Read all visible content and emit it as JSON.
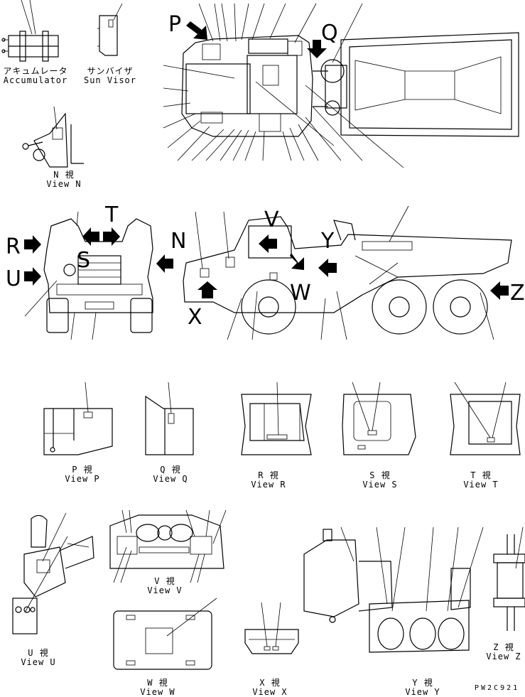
{
  "views": {
    "accumulator": {
      "jp": "アキュムレータ",
      "en": "Accumulator"
    },
    "sun_visor": {
      "jp": "サンバイザ",
      "en": "Sun Visor"
    },
    "n": {
      "jp": "N 視",
      "en": "View N"
    },
    "p": {
      "jp": "P 視",
      "en": "View P"
    },
    "q": {
      "jp": "Q 視",
      "en": "View Q"
    },
    "r": {
      "jp": "R 視",
      "en": "View R"
    },
    "s": {
      "jp": "S 視",
      "en": "View S"
    },
    "t": {
      "jp": "T 視",
      "en": "View T"
    },
    "u": {
      "jp": "U 視",
      "en": "View U"
    },
    "v": {
      "jp": "V 視",
      "en": "View V"
    },
    "w": {
      "jp": "W 視",
      "en": "View W"
    },
    "x": {
      "jp": "X 視",
      "en": "View X"
    },
    "y": {
      "jp": "Y 視",
      "en": "View Y"
    },
    "z": {
      "jp": "Z 視",
      "en": "View Z"
    }
  },
  "view_letters": {
    "p": "P",
    "q": "Q",
    "r": "R",
    "u": "U",
    "s": "S",
    "t": "T",
    "n": "N",
    "v": "V",
    "y": "Y",
    "w": "W",
    "x": "X",
    "z": "Z"
  },
  "drawing_code": "PW2C921"
}
